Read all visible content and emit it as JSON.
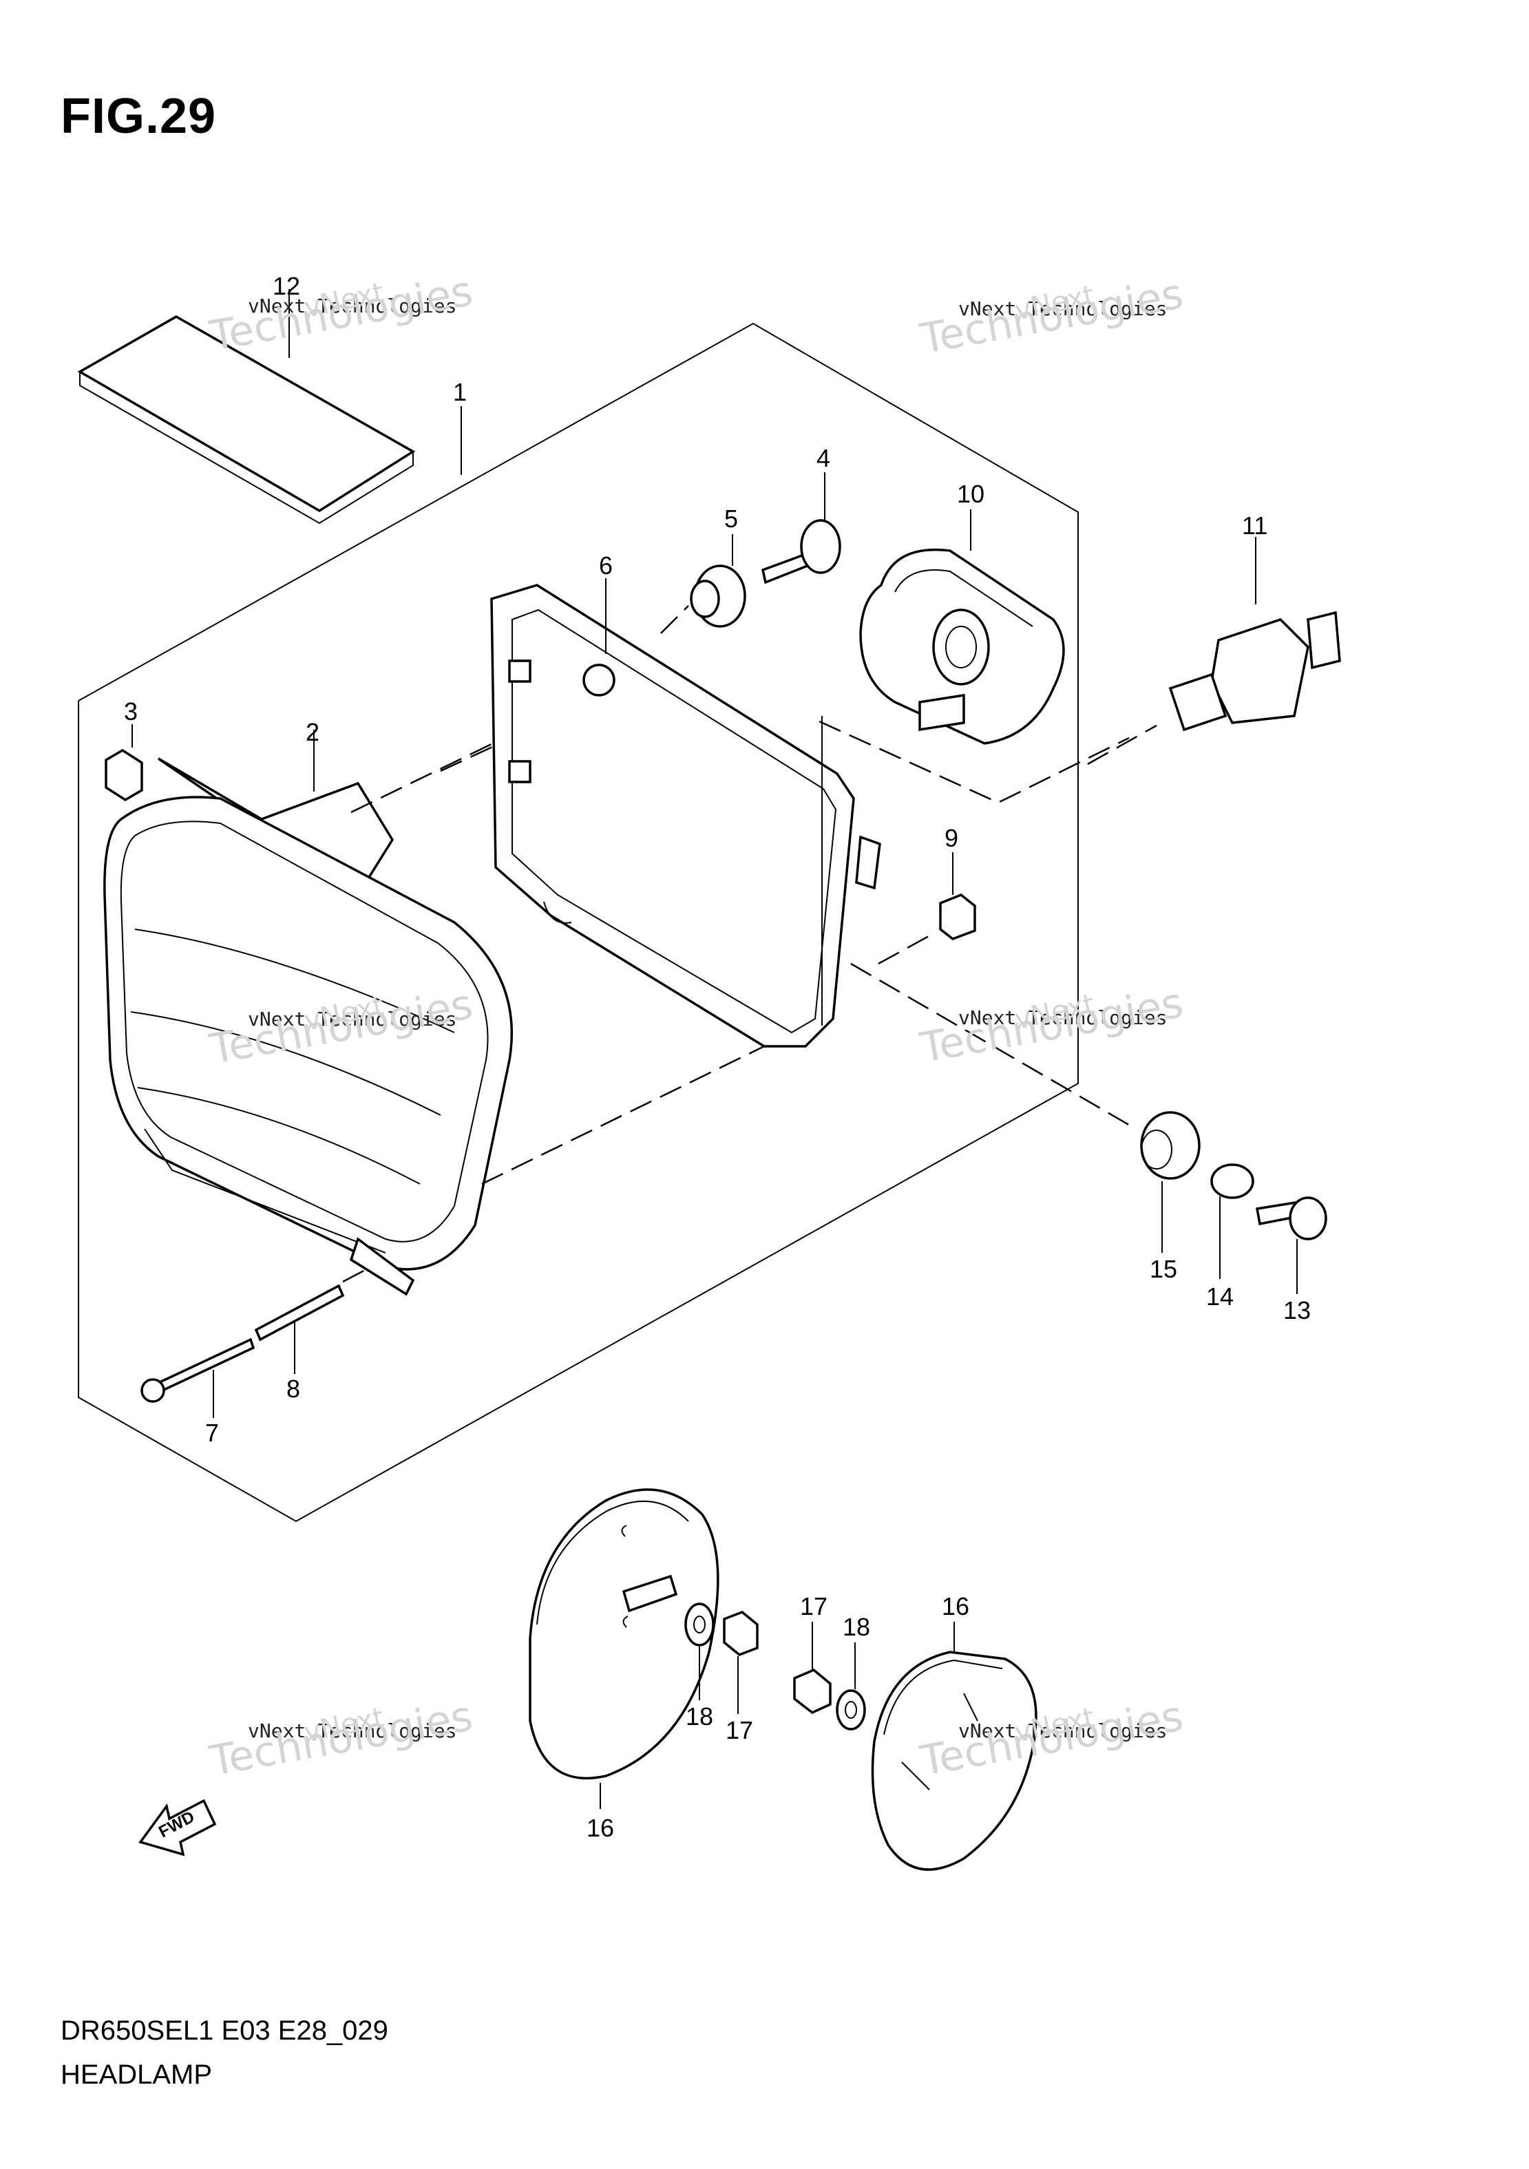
{
  "figure": {
    "title": "FIG.29"
  },
  "footer": {
    "code": "DR650SEL1 E03 E28_029",
    "name": "HEADLAMP"
  },
  "fwd_label": "FWD",
  "watermark": {
    "line1": "vNext Technologies",
    "line0": "vNext",
    "line2": "Technologies"
  },
  "callouts": [
    "12",
    "1",
    "4",
    "5",
    "10",
    "11",
    "6",
    "3",
    "2",
    "9",
    "15",
    "14",
    "13",
    "8",
    "7",
    "16",
    "17",
    "18",
    "18",
    "17",
    "16"
  ]
}
